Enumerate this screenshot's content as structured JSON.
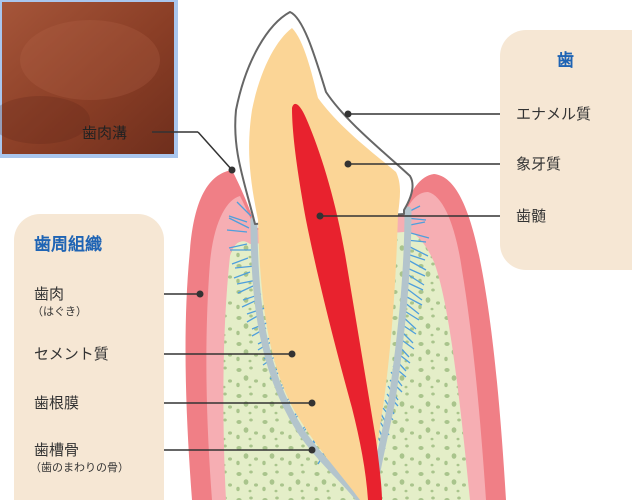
{
  "photo_label": "歯肉溝",
  "tooth": {
    "heading": "歯",
    "labels": [
      "エナメル質",
      "象牙質",
      "歯髄"
    ]
  },
  "periodontal": {
    "heading": "歯周組織",
    "labels": [
      {
        "main": "歯肉",
        "sub": "（はぐき）"
      },
      {
        "main": "セメント質"
      },
      {
        "main": "歯根膜"
      },
      {
        "main": "歯槽骨",
        "sub": "（歯のまわりの骨）"
      }
    ]
  },
  "colors": {
    "panel": "#f6e7d4",
    "heading": "#1f64b4",
    "gum": "#f07f86",
    "bone": "#e4eec8",
    "enamel": "#ffffff",
    "dentin": "#fbd596",
    "pulp": "#e8222e",
    "cementum": "#b3c4cc",
    "ligament": "#4f9fdc"
  }
}
